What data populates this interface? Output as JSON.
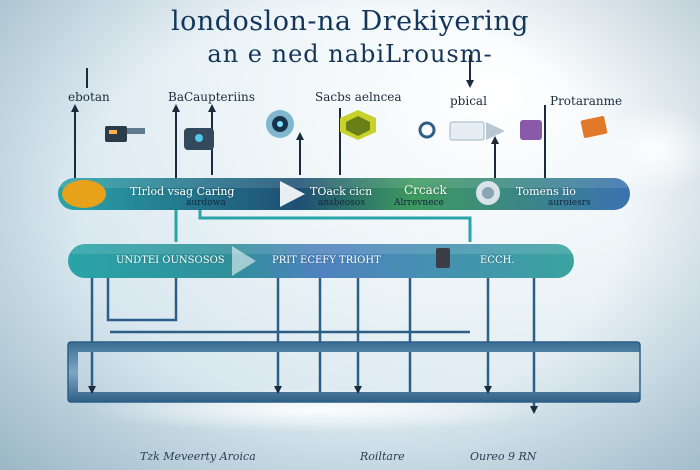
{
  "title": {
    "line1": "londoslon-na Drekiyering",
    "line2": "an e ned nabiLrousm-"
  },
  "categories": [
    {
      "label": "ebotan"
    },
    {
      "label": "BaCaupteriins"
    },
    {
      "label": "Sacbs aelncea"
    },
    {
      "label": "pbical"
    },
    {
      "label": "Protaranme"
    }
  ],
  "bands": {
    "top": {
      "seg1": {
        "text": "TIrlod vsag Caring",
        "sub": "aurdowa"
      },
      "seg2": {
        "text": "TOack cicn",
        "sub": "ansbeosos"
      },
      "seg3": {
        "text": "Crcack",
        "sub": "Alrrevnece"
      },
      "seg4": {
        "text": "Tomens iio",
        "sub": "auroiesrs"
      }
    },
    "middle": {
      "seg1": {
        "text": "UNDTEI OUNSOSOS"
      },
      "seg2": {
        "text": "PRIT ECEFY TRIOHT"
      },
      "seg3": {
        "text": "ECCH."
      }
    }
  },
  "footer": {
    "left": "Tzk Meveerty Aroica",
    "middle": "Roiltare",
    "right": "Oureo 9 RN"
  },
  "colors": {
    "title": "#14365a",
    "band_teal": "#2aa4a8",
    "band_navy": "#1e4f74",
    "band_blue": "#3a72b0",
    "band_green": "#3d9a5e",
    "channel": "#2d5f86"
  },
  "icons": {
    "cat1": "wallet-device-icon",
    "cat2": "robot-face-icon",
    "cat3": "hexagon-badge-icon",
    "cat4": "router-device-icon",
    "cat5": "orange-box-icon",
    "band_top": "sun-badge-icon"
  }
}
